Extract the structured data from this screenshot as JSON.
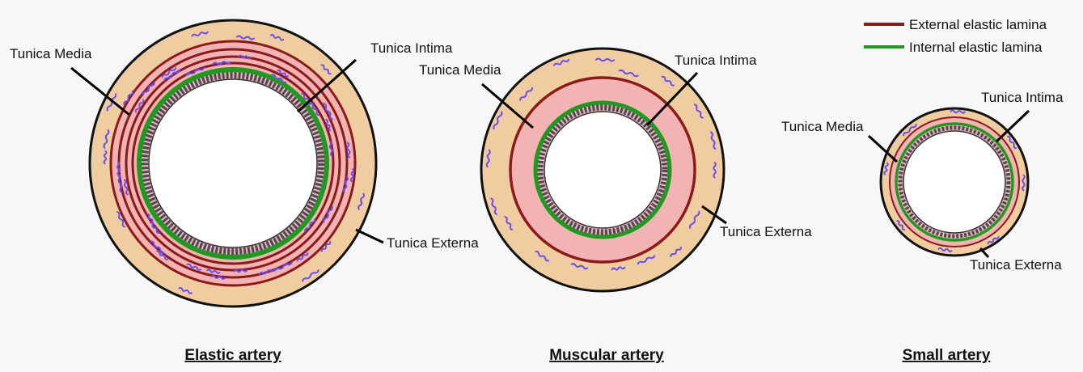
{
  "legend": {
    "items": [
      {
        "label": "External elastic lamina",
        "color": "#8b1a1a"
      },
      {
        "label": "Internal elastic lamina",
        "color": "#1e9a1e"
      }
    ]
  },
  "colors": {
    "externa": "#f0cda1",
    "media": "#f2b3b3",
    "lumen": "#ffffff",
    "intima": "#4a4a5a",
    "elastic_fiber": "#6b4cf0",
    "outline": "#111111"
  },
  "arteries": [
    {
      "caption": "Elastic artery",
      "labels": {
        "media": "Tunica Media",
        "intima": "Tunica Intima",
        "externa": "Tunica Externa"
      }
    },
    {
      "caption": "Muscular artery",
      "labels": {
        "media": "Tunica Media",
        "intima": "Tunica Intima",
        "externa": "Tunica Externa"
      }
    },
    {
      "caption": "Small artery",
      "labels": {
        "media": "Tunica Media",
        "intima": "Tunica Intima",
        "externa": "Tunica Externa"
      }
    }
  ]
}
